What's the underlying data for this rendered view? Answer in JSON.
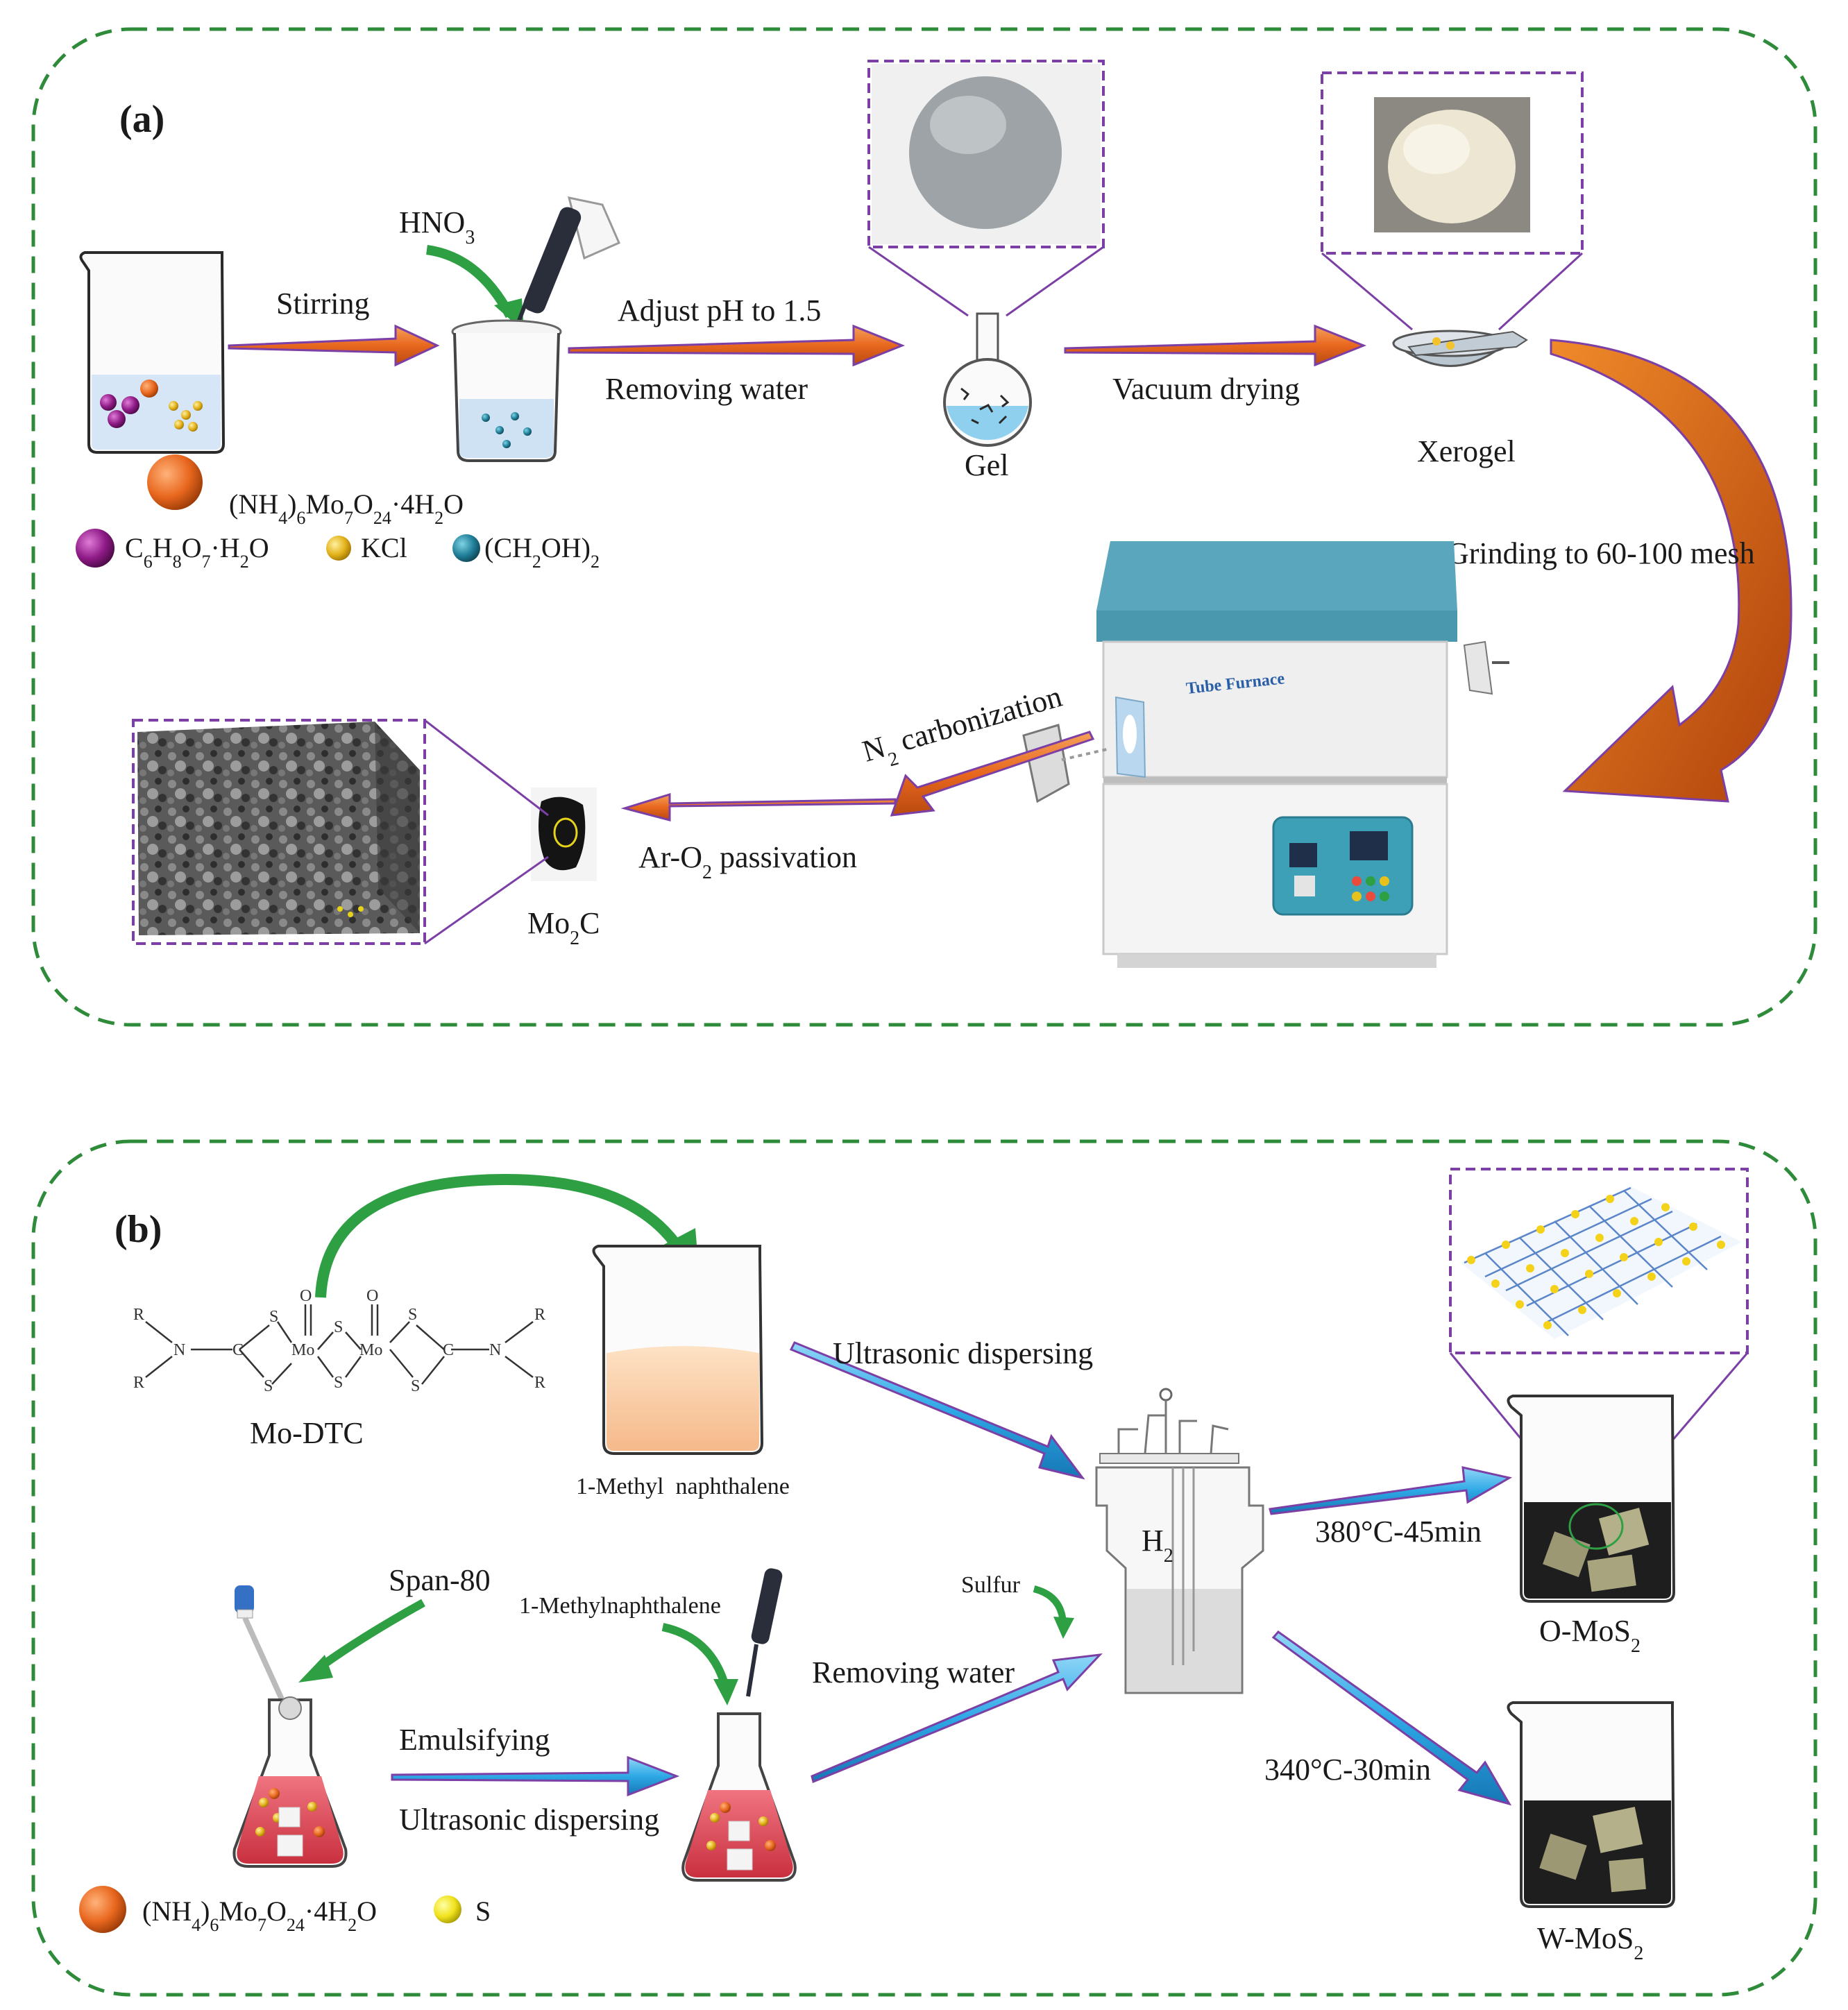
{
  "panels": {
    "a": {
      "tag": "(a)"
    },
    "b": {
      "tag": "(b)"
    }
  },
  "panel_a": {
    "stirring": "Stirring",
    "hno3_base": "HNO",
    "hno3_sub": "3",
    "adjust_ph": "Adjust pH to 1.5",
    "removing_water": "Removing water",
    "gel": "Gel",
    "vacuum_drying": "Vacuum drying",
    "xerogel": "Xerogel",
    "grinding": "Grinding to 60-100 mesh",
    "furnace_label": "Tube Furnace",
    "n2_n": "N",
    "n2_sub": "2",
    "n2_rest": " carbonization",
    "ar_a": "Ar-O",
    "ar_sub": "2",
    "ar_rest": " passivation",
    "mo2c_a": "Mo",
    "mo2c_sub": "2",
    "mo2c_b": "C",
    "legend": {
      "amm": {
        "p1": "(NH",
        "s1": "4",
        "p2": ")",
        "s2": "6",
        "p3": "Mo",
        "s3": "7",
        "p4": "O",
        "s4": "24",
        "p5": "·4H",
        "s5": "2",
        "p6": "O"
      },
      "citric": {
        "p1": "C",
        "s1": "6",
        "p2": "H",
        "s2": "8",
        "p3": "O",
        "s3": "7",
        "p4": "·H",
        "s4": "2",
        "p5": "O"
      },
      "kcl": "KCl",
      "glycol": {
        "p1": "(CH",
        "s1": "2",
        "p2": "OH)",
        "s2": "2"
      }
    },
    "colors": {
      "arrow_orange": "#e8671e",
      "arrow_purple": "#7b3fa6",
      "green": "#2ea043",
      "dash": "#2e8b3a"
    }
  },
  "panel_b": {
    "mo_dtc": "Mo-DTC",
    "struct": {
      "R": "R",
      "N": "N",
      "C": "C",
      "S": "S",
      "O": "O",
      "Mo": "Mo"
    },
    "beaker1": "1-Methyl  naphthalene",
    "ultrasonic1": "Ultrasonic dispersing",
    "h2_base": "H",
    "h2_sub": "2",
    "sulfur": "Sulfur",
    "removing_water": "Removing water",
    "span80": "Span-80",
    "methylnaph2": "1-Methylnaphthalene",
    "emulsifying": "Emulsifying",
    "ultrasonic2": "Ultrasonic dispersing",
    "cond1": "380°C-45min",
    "cond2": "340°C-30min",
    "omos2_a": "O-MoS",
    "omos2_sub": "2",
    "wmos2_a": "W-MoS",
    "wmos2_sub": "2",
    "legend": {
      "amm": {
        "p1": "(NH",
        "s1": "4",
        "p2": ")",
        "s2": "6",
        "p3": "Mo",
        "s3": "7",
        "p4": "O",
        "s4": "24",
        "p5": "·4H",
        "s5": "2",
        "p6": "O"
      },
      "s": "S"
    },
    "colors": {
      "arrow_blue": "#2ea8e6",
      "arrow_purple": "#7b3fa6",
      "flask_red": "#e0505e"
    }
  }
}
